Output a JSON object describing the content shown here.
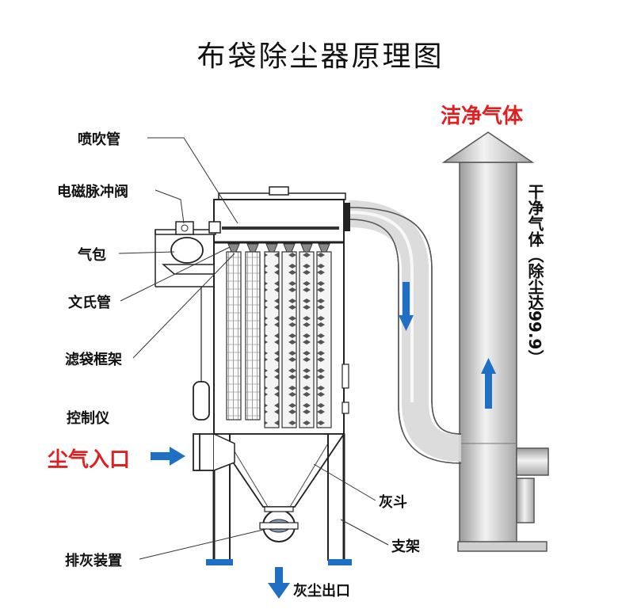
{
  "title": "布袋除尘器原理图",
  "labels": {
    "spray_pipe": "喷吹管",
    "pulse_valve": "电磁脉冲阀",
    "air_bag": "气包",
    "venturi": "文氏管",
    "filter_frame": "滤袋框架",
    "controller": "控制仪",
    "dust_inlet": "尘气入口",
    "ash_hopper": "灰斗",
    "support": "支架",
    "ash_discharge": "排灰装置",
    "ash_outlet": "灰尘出口",
    "clean_gas": "洁净气体",
    "dry_gas": "干净气体（除尘达99.9）"
  },
  "colors": {
    "arrow": "#1f6fc4",
    "red_label": "#e02020",
    "duct": "#d4d4d4",
    "outline": "#222222"
  }
}
